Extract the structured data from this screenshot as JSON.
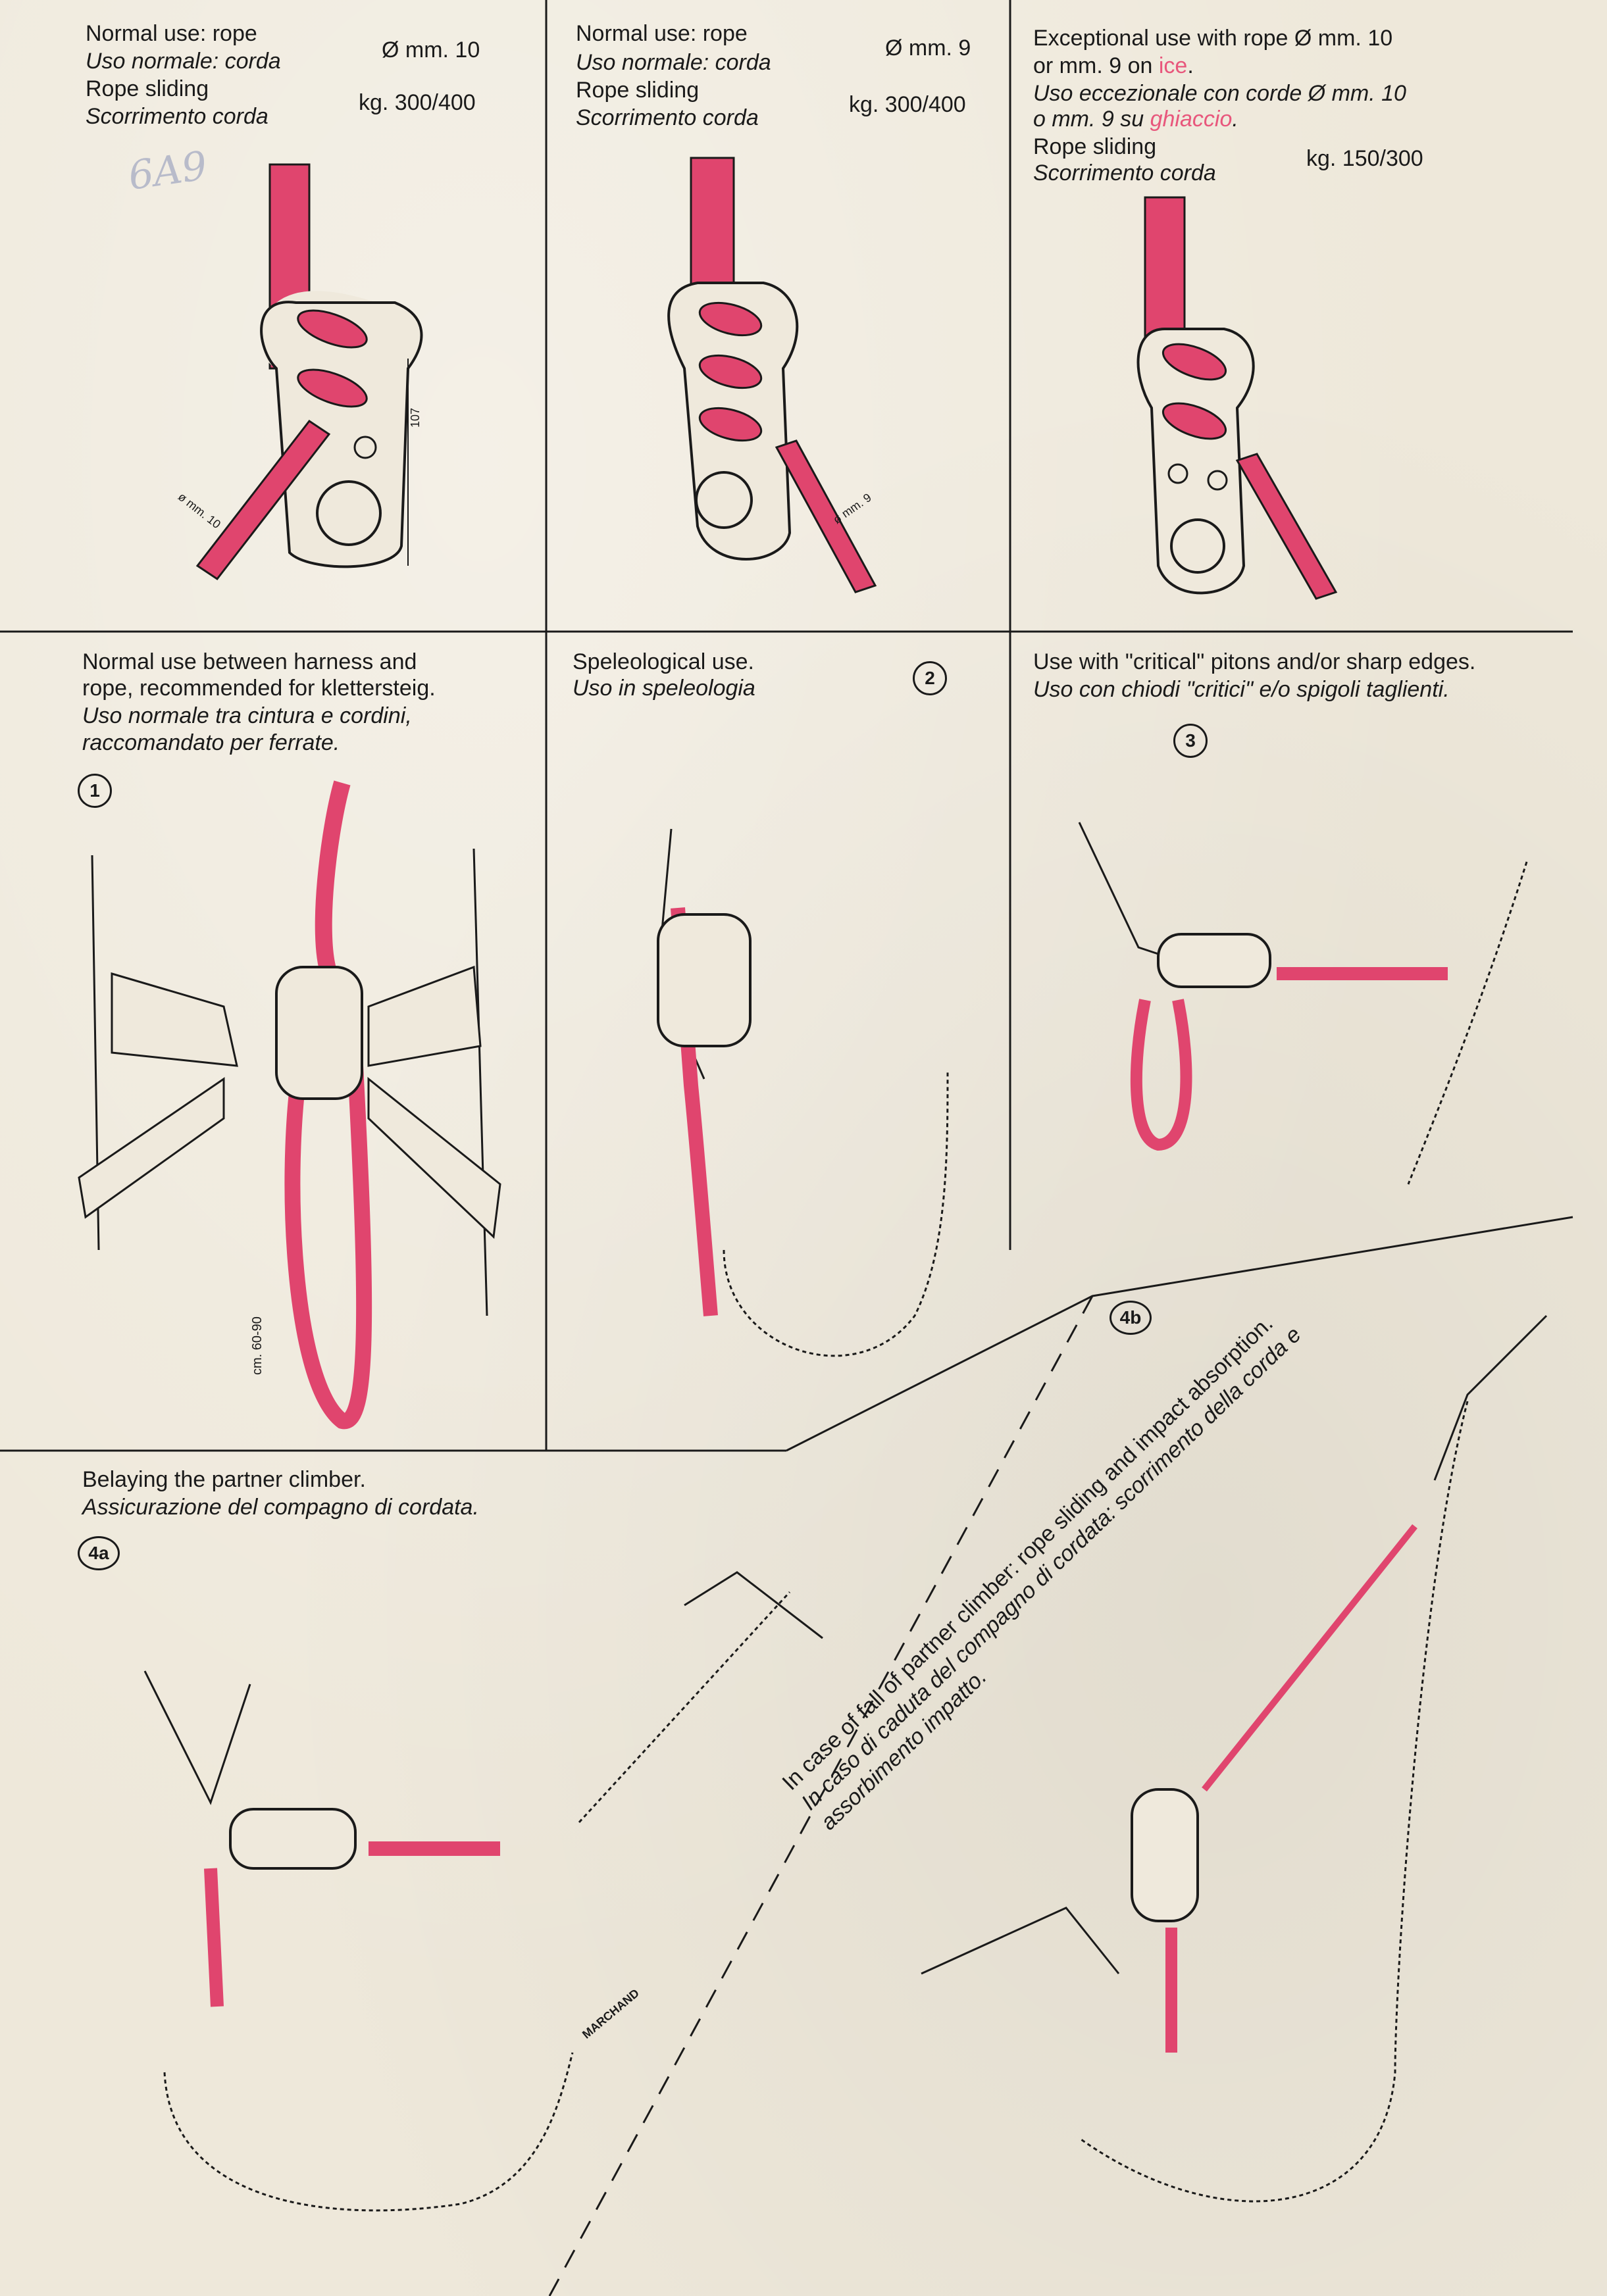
{
  "panel1": {
    "l1": "Normal use: rope",
    "l2": "Uso normale: corda",
    "l3": "Rope sliding",
    "l4": "Scorrimento corda",
    "diameter": "Ø mm. 10",
    "load": "kg. 300/400",
    "dim_height": "107",
    "dim_rope": "ø mm. 10"
  },
  "panel2": {
    "l1": "Normal use: rope",
    "l2": "Uso normale: corda",
    "l3": "Rope sliding",
    "l4": "Scorrimento corda",
    "diameter": "Ø mm. 9",
    "load": "kg. 300/400",
    "dim_rope": "ø mm. 9"
  },
  "panel3": {
    "l1": "Exceptional use with rope Ø mm. 10",
    "l2a": "or mm. 9 on ",
    "l2b": "ice",
    "l2c": ".",
    "l3": "Uso eccezionale con corde Ø mm. 10",
    "l4a": "o mm. 9 su ",
    "l4b": "ghiaccio",
    "l4c": ".",
    "l5": "Rope sliding",
    "l6": "Scorrimento corda",
    "load": "kg. 150/300"
  },
  "panel4": {
    "l1": "Normal use between harness and",
    "l2": "rope, recommended for klettersteig.",
    "l3": "Uso normale tra cintura e cordini,",
    "l4": "raccomandato per ferrate.",
    "num": "1",
    "loop_label": "cm. 60-90"
  },
  "panel5": {
    "l1": "Speleological use.",
    "l2": "Uso in speleologia",
    "num": "2"
  },
  "panel6": {
    "l1": "Use with \"critical\" pitons and/or sharp edges.",
    "l2": "Uso con chiodi \"critici\" e/o spigoli taglienti.",
    "num": "3"
  },
  "panel7": {
    "l1": "Belaying the partner climber.",
    "l2": "Assicurazione del compagno di cordata.",
    "num": "4a",
    "brand": "MARCHAND"
  },
  "panel8": {
    "num": "4b",
    "l1": "In case of fall of partner climber: rope sliding and impact absorption.",
    "l2": "In caso di caduta del compagno di cordata: scorrimento della corda e",
    "l3": "assorbimento impatto."
  },
  "handwriting": "6A9",
  "colors": {
    "rope": "#e0456e",
    "ink": "#1a1a1a",
    "paper": "#eee8da"
  }
}
